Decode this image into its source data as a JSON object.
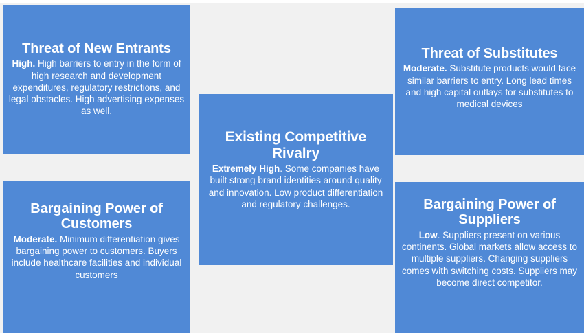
{
  "diagram": {
    "type": "porters-five-forces",
    "colors": {
      "box_fill": "#5089D6",
      "box_text": "#FFFFFF",
      "background": "#F1F1F1"
    },
    "forces": {
      "new_entrants": {
        "title": "Threat of New Entrants",
        "rating": "High.",
        "description": " High barriers to entry in the form of high research and development expenditures, regulatory restrictions, and legal obstacles. High advertising expenses as well."
      },
      "substitutes": {
        "title": "Threat of Substitutes",
        "rating": "Moderate.",
        "description": " Substitute products would face similar barriers to entry. Long lead times and high capital outlays for substitutes to medical devices"
      },
      "rivalry": {
        "title": "Existing Competitive Rivalry",
        "rating": "Extremely High",
        "description": ". Some companies have built strong brand identities around quality and innovation. Low product differentiation and regulatory challenges."
      },
      "customers": {
        "title": "Bargaining Power of Customers",
        "rating": "Moderate.",
        "description": " Minimum differentiation gives bargaining power to customers. Buyers include healthcare facilities and individual customers"
      },
      "suppliers": {
        "title": "Bargaining Power of Suppliers",
        "rating": "Low",
        "description": ". Suppliers present on various continents. Global markets allow access to multiple suppliers. Changing suppliers comes with switching costs. Suppliers may become direct competitor."
      }
    }
  }
}
